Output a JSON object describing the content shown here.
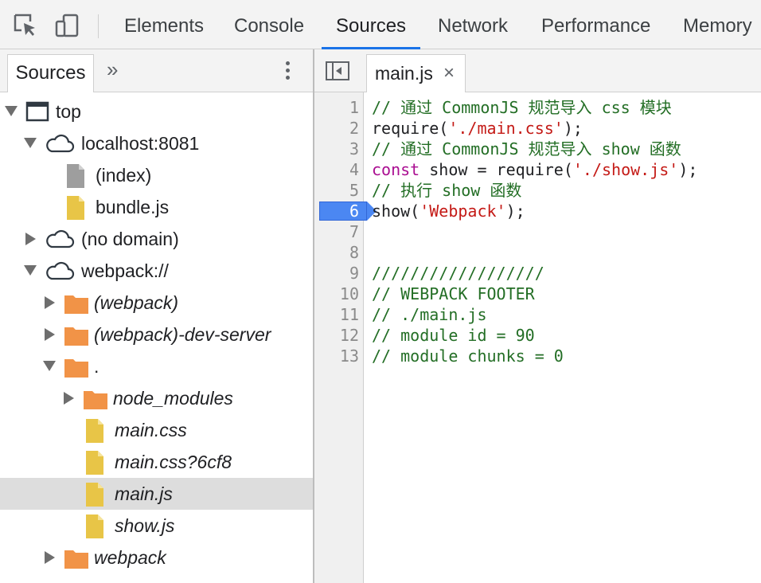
{
  "toolbar": {
    "tabs": [
      "Elements",
      "Console",
      "Sources",
      "Network",
      "Performance",
      "Memory"
    ],
    "active_tab": "Sources"
  },
  "navigator": {
    "tab_label": "Sources",
    "more_tabs": "»",
    "tree": [
      {
        "label": "top",
        "icon": "frame-icon",
        "expanded": true
      },
      {
        "label": "localhost:8081",
        "icon": "cloud-icon",
        "expanded": true
      },
      {
        "label": "(index)",
        "icon": "document-icon"
      },
      {
        "label": "bundle.js",
        "icon": "script-file-icon"
      },
      {
        "label": "(no domain)",
        "icon": "cloud-icon",
        "expanded": false
      },
      {
        "label": "webpack://",
        "icon": "cloud-icon",
        "expanded": true
      },
      {
        "label": "(webpack)",
        "icon": "folder-icon",
        "expanded": false
      },
      {
        "label": "(webpack)-dev-server",
        "icon": "folder-icon",
        "expanded": false
      },
      {
        "label": ".",
        "icon": "folder-icon",
        "expanded": true
      },
      {
        "label": "node_modules",
        "icon": "folder-icon",
        "expanded": false
      },
      {
        "label": "main.css",
        "icon": "script-file-icon"
      },
      {
        "label": "main.css?6cf8",
        "icon": "script-file-icon"
      },
      {
        "label": "main.js",
        "icon": "script-file-icon",
        "selected": true
      },
      {
        "label": "show.js",
        "icon": "script-file-icon"
      },
      {
        "label": "webpack",
        "icon": "folder-icon",
        "expanded": false
      }
    ]
  },
  "editor": {
    "open_file": "main.js",
    "close_glyph": "×",
    "breakpoint_line": 6,
    "lines": [
      {
        "n": "1",
        "parts": [
          {
            "t": "// 通过 CommonJS 规范导入 css 模块",
            "c": "cm"
          }
        ]
      },
      {
        "n": "2",
        "parts": [
          {
            "t": "require(",
            "c": ""
          },
          {
            "t": "'./main.css'",
            "c": "str"
          },
          {
            "t": ");",
            "c": ""
          }
        ]
      },
      {
        "n": "3",
        "parts": [
          {
            "t": "// 通过 CommonJS 规范导入 show 函数",
            "c": "cm"
          }
        ]
      },
      {
        "n": "4",
        "parts": [
          {
            "t": "const",
            "c": "kw"
          },
          {
            "t": " show = require(",
            "c": ""
          },
          {
            "t": "'./show.js'",
            "c": "str"
          },
          {
            "t": ");",
            "c": ""
          }
        ]
      },
      {
        "n": "5",
        "parts": [
          {
            "t": "// 执行 show 函数",
            "c": "cm"
          }
        ]
      },
      {
        "n": "6",
        "parts": [
          {
            "t": "show(",
            "c": ""
          },
          {
            "t": "'Webpack'",
            "c": "str"
          },
          {
            "t": ");",
            "c": ""
          }
        ]
      },
      {
        "n": "7",
        "parts": []
      },
      {
        "n": "8",
        "parts": []
      },
      {
        "n": "9",
        "parts": [
          {
            "t": "//////////////////",
            "c": "cm"
          }
        ]
      },
      {
        "n": "10",
        "parts": [
          {
            "t": "// WEBPACK FOOTER",
            "c": "cm"
          }
        ]
      },
      {
        "n": "11",
        "parts": [
          {
            "t": "// ./main.js",
            "c": "cm"
          }
        ]
      },
      {
        "n": "12",
        "parts": [
          {
            "t": "// module id = 90",
            "c": "cm"
          }
        ]
      },
      {
        "n": "13",
        "parts": [
          {
            "t": "// module chunks = 0",
            "c": "cm"
          }
        ]
      }
    ]
  },
  "colors": {
    "accent": "#1a73e8",
    "breakpoint": "#4b87f2",
    "comment": "#236e25",
    "keyword": "#aa0d91",
    "string": "#c41a16",
    "folder": "#f19347",
    "script_file": "#e8c547"
  }
}
